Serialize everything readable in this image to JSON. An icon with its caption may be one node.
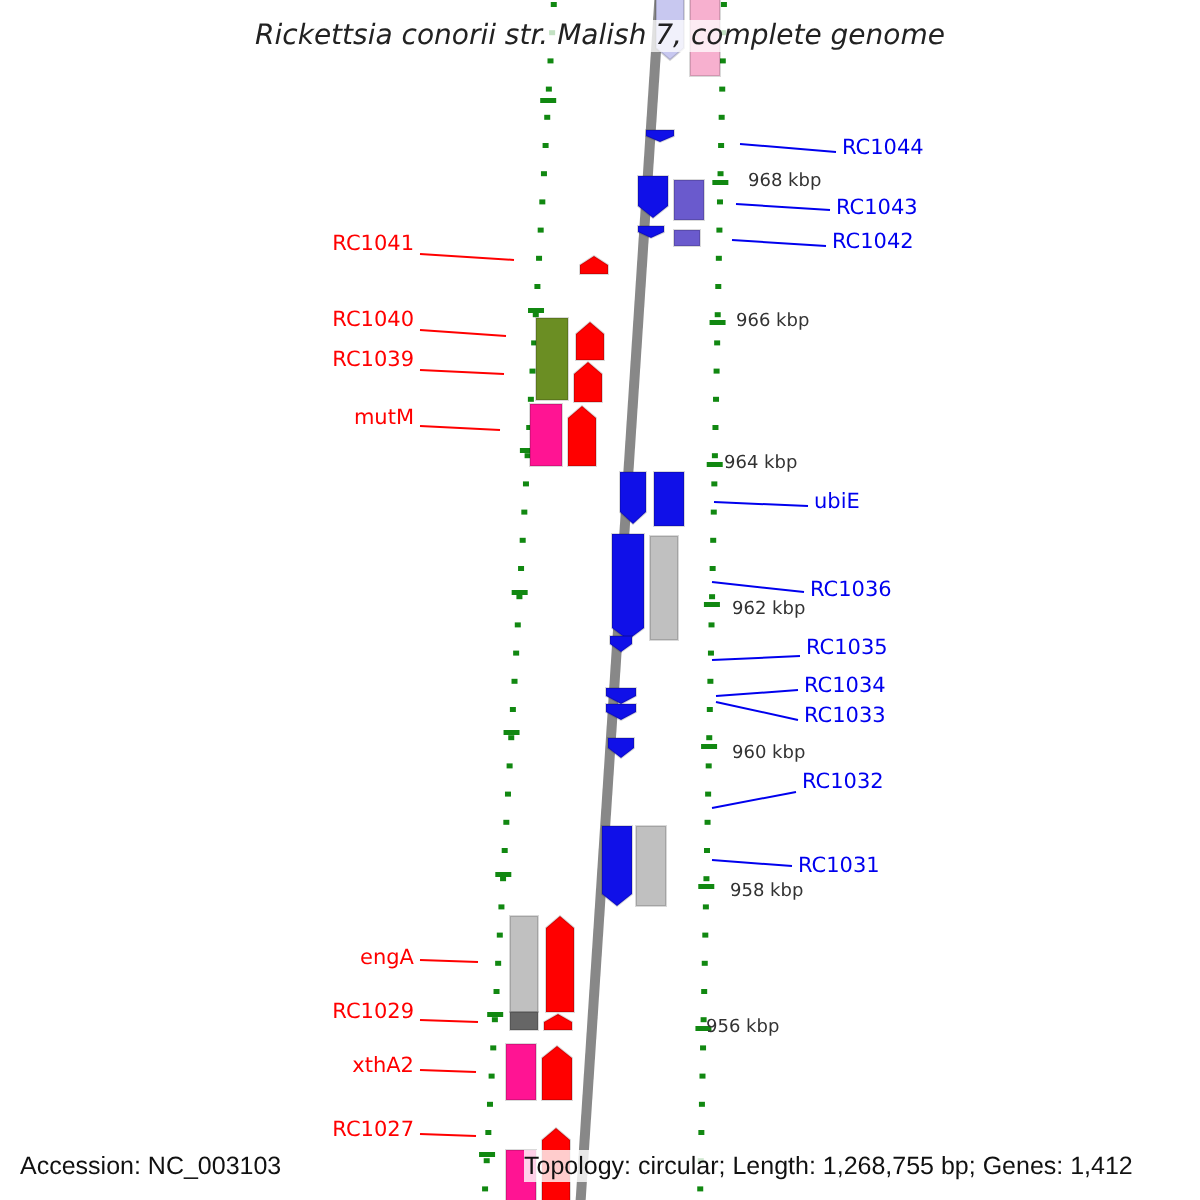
{
  "diagram": {
    "title": "Rickettsia conorii str. Malish 7, complete genome",
    "nodes": [
      {
        "text": [
          "RC1044"
        ]
      },
      {
        "text": [
          "RC1043"
        ]
      },
      {
        "text": [
          "RC1041"
        ]
      },
      {
        "text": [
          "RC1042"
        ]
      },
      {
        "text": [
          "RC1040"
        ]
      },
      {
        "text": [
          "RC1039"
        ]
      },
      {
        "text": [
          "mutM"
        ]
      },
      {
        "text": [
          "ubiE"
        ]
      },
      {
        "text": [
          "RC1036"
        ]
      },
      {
        "text": [
          "RC1035"
        ]
      },
      {
        "text": [
          "RC1034"
        ]
      },
      {
        "text": [
          "RC1033"
        ]
      },
      {
        "text": [
          "RC1032"
        ]
      },
      {
        "text": [
          "RC1031"
        ]
      },
      {
        "text": [
          "engA"
        ]
      },
      {
        "text": [
          "RC1029"
        ]
      },
      {
        "text": [
          "xthA2"
        ]
      },
      {
        "text": [
          "RC1027"
        ]
      }
    ],
    "edges": [
      {
        "from": 0,
        "to": null,
        "arrow": "none",
        "color": "#0000ee"
      },
      {
        "from": 1,
        "to": null,
        "arrow": "none",
        "color": "#0000ee"
      },
      {
        "from": 2,
        "to": null,
        "arrow": "none",
        "color": "#ff0000"
      },
      {
        "from": 3,
        "to": null,
        "arrow": "none",
        "color": "#0000ee"
      },
      {
        "from": 4,
        "to": null,
        "arrow": "none",
        "color": "#ff0000"
      },
      {
        "from": 5,
        "to": null,
        "arrow": "none",
        "color": "#ff0000"
      },
      {
        "from": 6,
        "to": null,
        "arrow": "none",
        "color": "#ff0000"
      },
      {
        "from": 7,
        "to": null,
        "arrow": "none",
        "color": "#0000ee"
      },
      {
        "from": 8,
        "to": null,
        "arrow": "none",
        "color": "#0000ee"
      },
      {
        "from": 9,
        "to": null,
        "arrow": "none",
        "color": "#0000ee"
      },
      {
        "from": 10,
        "to": null,
        "arrow": "none",
        "color": "#0000ee"
      },
      {
        "from": 11,
        "to": null,
        "arrow": "none",
        "color": "#0000ee"
      },
      {
        "from": 12,
        "to": null,
        "arrow": "none",
        "color": "#0000ee"
      },
      {
        "from": 13,
        "to": null,
        "arrow": "none",
        "color": "#0000ee"
      },
      {
        "from": 14,
        "to": null,
        "arrow": "none",
        "color": "#ff0000"
      },
      {
        "from": 15,
        "to": null,
        "arrow": "none",
        "color": "#ff0000"
      },
      {
        "from": 16,
        "to": null,
        "arrow": "none",
        "color": "#ff0000"
      },
      {
        "from": 17,
        "to": null,
        "arrow": "none",
        "color": "#ff0000"
      }
    ],
    "labels": [
      "968 kbp",
      "966 kbp",
      "964 kbp",
      "962 kbp",
      "960 kbp",
      "958 kbp",
      "956 kbp",
      "Accession: NC_003103",
      "Topology: circular; Length: 1,268,755 bp; Genes: 1,412"
    ]
  }
}
